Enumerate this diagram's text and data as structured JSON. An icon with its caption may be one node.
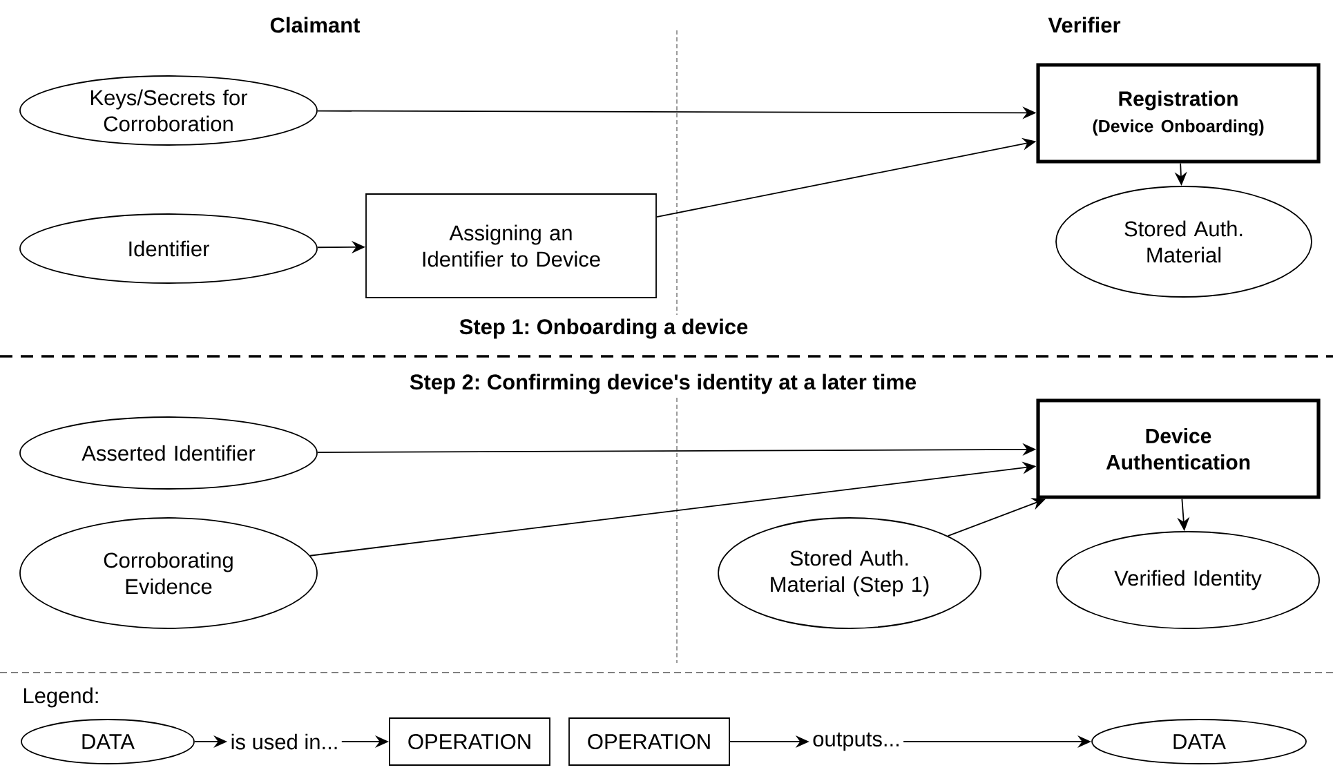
{
  "diagram": {
    "nodes": [
      {
        "text": [
          "Keys/Secrets for Corroboration"
        ]
      },
      {
        "text": [
          "Registration",
          "(Device Onboarding)"
        ]
      },
      {
        "text": [
          "Identifier"
        ]
      },
      {
        "text": [
          "Assigning an Identifier to Device"
        ]
      },
      {
        "text": [
          "Stored Auth. Material"
        ]
      },
      {
        "text": [
          "Asserted Identifier"
        ]
      },
      {
        "text": [
          "Device Authentication"
        ]
      },
      {
        "text": [
          "Corroborating Evidence"
        ]
      },
      {
        "text": [
          "Stored Auth. Material (Step 1)"
        ]
      },
      {
        "text": [
          "Verified Identity"
        ]
      },
      {
        "text": [
          "DATA"
        ]
      },
      {
        "text": [
          "is used in..."
        ]
      },
      {
        "text": [
          "OPERATION"
        ]
      },
      {
        "text": [
          "OPERATION"
        ]
      },
      {
        "text": [
          "outputs..."
        ]
      },
      {
        "text": [
          "DATA"
        ]
      }
    ],
    "edges": [
      {
        "from": 0,
        "to": 1,
        "arrow": "to"
      },
      {
        "from": 2,
        "to": 3,
        "arrow": "to"
      },
      {
        "from": 3,
        "to": 1,
        "arrow": "to"
      },
      {
        "from": 1,
        "to": 4,
        "arrow": "to"
      },
      {
        "from": 5,
        "to": 6,
        "arrow": "to"
      },
      {
        "from": 7,
        "to": 6,
        "arrow": "to"
      },
      {
        "from": 8,
        "to": 6,
        "arrow": "to"
      },
      {
        "from": 6,
        "to": 9,
        "arrow": "to"
      },
      {
        "from": 10,
        "to": 11,
        "arrow": "to"
      },
      {
        "from": 11,
        "to": 12,
        "arrow": "to"
      },
      {
        "from": 13,
        "to": 14,
        "arrow": "to"
      },
      {
        "from": 14,
        "to": 15,
        "arrow": "to"
      }
    ],
    "labels": [
      "Claimant",
      "Verifier",
      "Step 1: Onboarding a device",
      "Step 2: Confirming device's identity at a later time",
      "Legend:"
    ]
  }
}
